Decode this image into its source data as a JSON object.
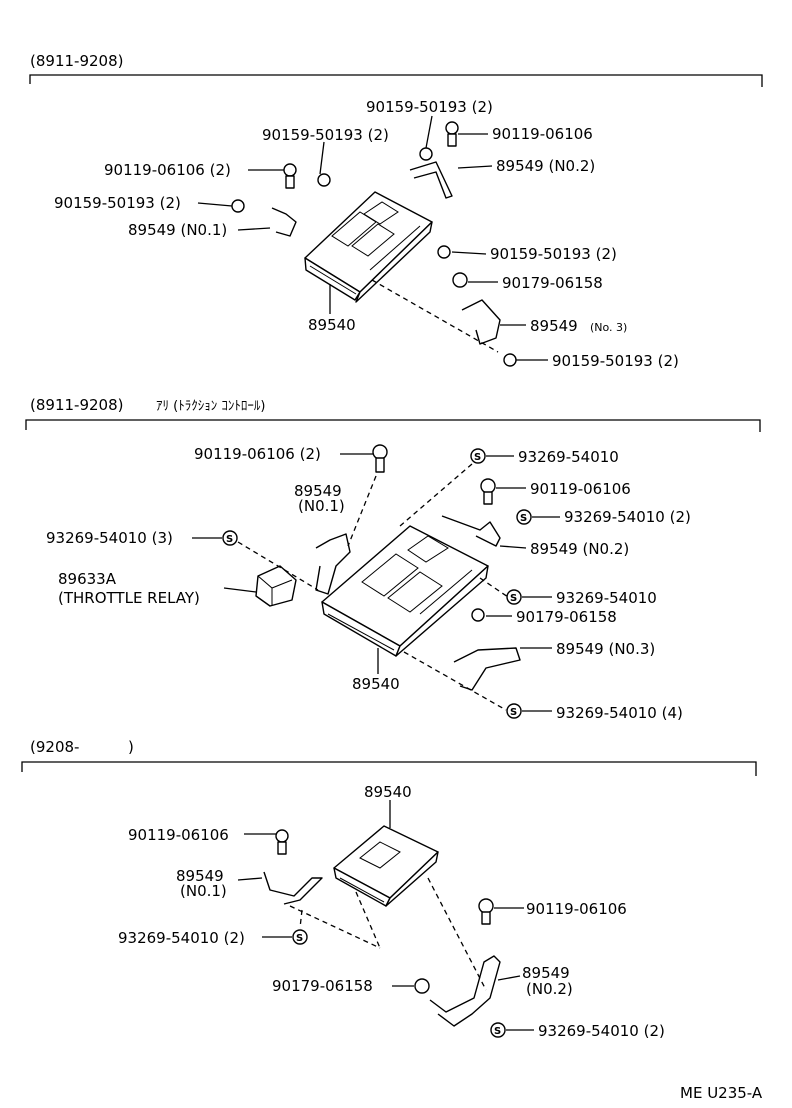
{
  "sections": [
    {
      "header": "(8911-9208)",
      "header_note": "",
      "labels": [
        "90159-50193 (2)",
        "90159-50193 (2)",
        "90119-06106",
        "90119-06106 (2)",
        "89549 (N0.2)",
        "90159-50193 (2)",
        "89549 (N0.1)",
        "90159-50193 (2)",
        "90179-06158",
        "89540",
        "89549",
        "(No. 3)",
        "90159-50193 (2)"
      ]
    },
    {
      "header": "(8911-9208)",
      "header_note": "ｱﾘ (ﾄﾗｸｼｮﾝ ｺﾝﾄﾛｰﾙ)",
      "labels": [
        "90119-06106 (2)",
        "93269-54010",
        "89549",
        "(N0.1)",
        "90119-06106",
        "93269-54010 (2)",
        "93269-54010 (3)",
        "89549 (N0.2)",
        "89633A",
        "(THROTTLE RELAY)",
        "93269-54010",
        "90179-06158",
        "89549 (N0.3)",
        "89540",
        "93269-54010 (4)"
      ]
    },
    {
      "header": "(9208-",
      "header_close": ")",
      "labels": [
        "89540",
        "90119-06106",
        "89549",
        "(N0.1)",
        "90119-06106",
        "93269-54010 (2)",
        "89549",
        "(N0.2)",
        "90179-06158",
        "93269-54010 (2)"
      ]
    }
  ],
  "symbol_letter": "S",
  "footer_code": "ME U235-A"
}
